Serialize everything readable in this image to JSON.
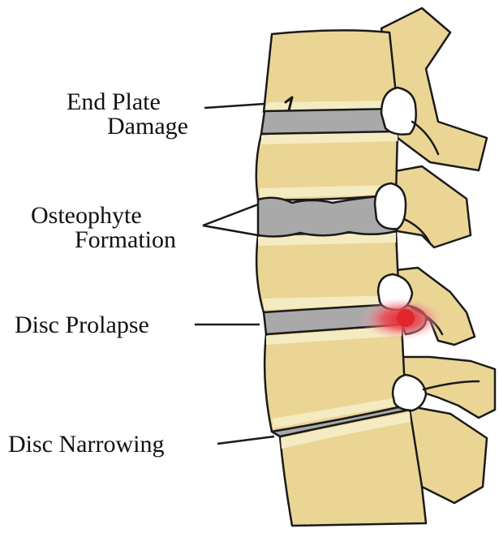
{
  "labels": {
    "end_plate_line1": "End Plate",
    "end_plate_line2": "Damage",
    "osteophyte_line1": "Osteophyte",
    "osteophyte_line2": "Formation",
    "disc_prolapse": "Disc Prolapse",
    "disc_narrowing": "Disc Narrowing"
  },
  "colors": {
    "bone": "#ead594",
    "bone_light": "#f5ebc2",
    "disc": "#a9a9a9",
    "outline": "#1a1a1a",
    "inflammation": "#e3262b",
    "background": "#ffffff"
  }
}
